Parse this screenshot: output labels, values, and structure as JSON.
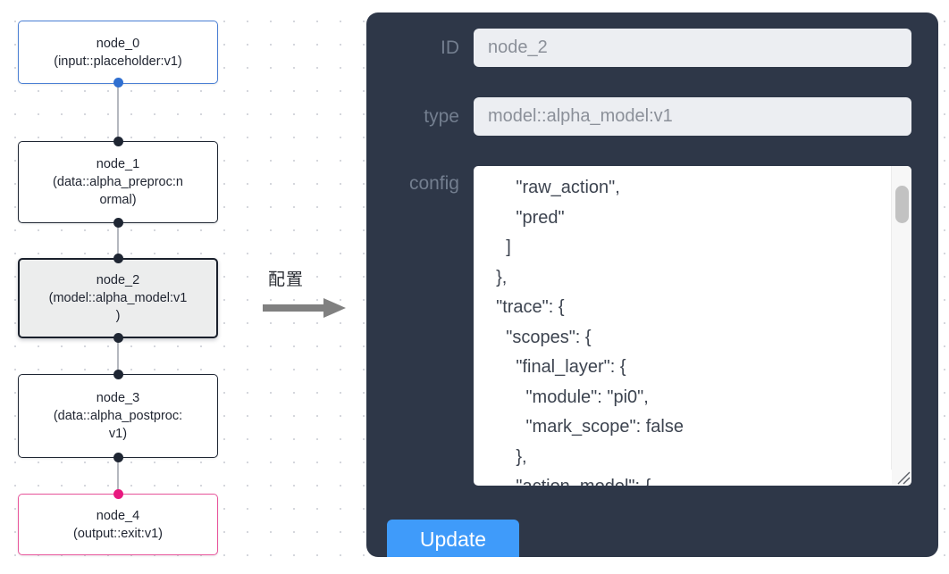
{
  "canvas": {
    "nodes": [
      {
        "id": "node_0",
        "label": "node_0\n(input::placeholder:v1)",
        "variant": "input"
      },
      {
        "id": "node_1",
        "label": "node_1\n(data::alpha_preproc:n\normal)",
        "variant": "default"
      },
      {
        "id": "node_2",
        "label": "node_2\n(model::alpha_model:v1\n)",
        "variant": "selected"
      },
      {
        "id": "node_3",
        "label": "node_3\n(data::alpha_postproc:\nv1)",
        "variant": "default"
      },
      {
        "id": "node_4",
        "label": "node_4\n(output::exit:v1)",
        "variant": "output"
      }
    ],
    "colors": {
      "input_border": "#4a7fd4",
      "default_border": "#1f2633",
      "output_border": "#e8559b",
      "selected_fill": "#eceded",
      "edge": "#b5b8bf",
      "handle": "#1f2633",
      "handle_input": "#2f6fd0",
      "handle_output": "#e8187f",
      "dot_grid": "#d5d7dd"
    }
  },
  "annotation": {
    "caption": "配置",
    "arrow_color": "#808080"
  },
  "panel": {
    "background": "#2e3748",
    "fields": {
      "id": {
        "label": "ID",
        "value": "node_2"
      },
      "type": {
        "label": "type",
        "value": "model::alpha_model:v1"
      },
      "config": {
        "label": "config",
        "value": "      \"raw_action\",\n      \"pred\"\n    ]\n  },\n  \"trace\": {\n    \"scopes\": {\n      \"final_layer\": {\n        \"module\": \"pi0\",\n        \"mark_scope\": false\n      },\n      \"action_model\": {"
      }
    },
    "update_button": {
      "label": "Update",
      "color": "#3f9bfa"
    }
  }
}
